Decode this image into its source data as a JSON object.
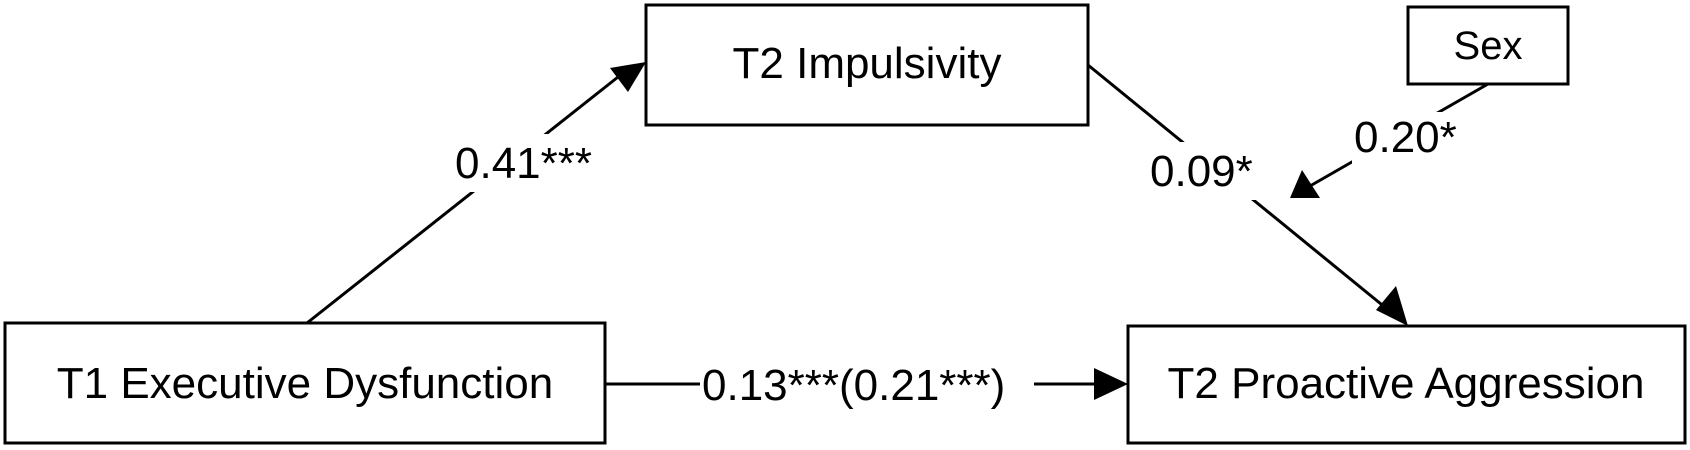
{
  "nodes": {
    "impulsivity": {
      "label": "T2 Impulsivity"
    },
    "sex": {
      "label": "Sex"
    },
    "executive": {
      "label": "T1 Executive Dysfunction"
    },
    "aggression": {
      "label": "T2 Proactive Aggression"
    }
  },
  "edges": {
    "exec_to_impulsivity": {
      "label": "0.41***"
    },
    "impulsivity_to_aggression": {
      "label": "0.09*"
    },
    "sex_moderation": {
      "label": "0.20*"
    },
    "exec_to_aggression": {
      "label": "0.13***(0.21***)"
    }
  },
  "colors": {
    "stroke": "#000000",
    "background": "#ffffff"
  }
}
